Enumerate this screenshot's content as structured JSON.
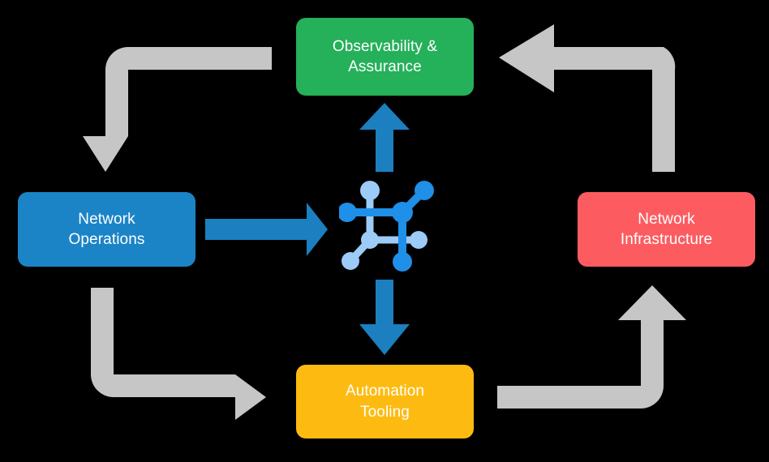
{
  "diagram": {
    "title": "Network automation lifecycle loop",
    "background_color": "#000000",
    "center_icon": {
      "name": "network-topology-icon",
      "primary_color": "#1f8fe8",
      "secondary_color": "#9ccbf7"
    },
    "nodes": [
      {
        "id": "observability",
        "label": "Observability &\nAssurance",
        "color": "#25b05a",
        "position": "top"
      },
      {
        "id": "operations",
        "label": "Network\nOperations",
        "color": "#1b84c7",
        "position": "left"
      },
      {
        "id": "infrastructure",
        "label": "Network\nInfrastructure",
        "color": "#fc5c60",
        "position": "right"
      },
      {
        "id": "automation",
        "label": "Automation\nTooling",
        "color": "#fdbb12",
        "position": "bottom"
      }
    ],
    "connectors": {
      "blue_color": "#1b7fc0",
      "gray_color": "#c6c6c6",
      "arrows": [
        {
          "id": "center-to-observability",
          "name": "arrow-up-blue",
          "from": "center",
          "to": "observability",
          "direction": "up",
          "color": "#1b7fc0"
        },
        {
          "id": "operations-to-center",
          "name": "arrow-right-blue",
          "from": "operations",
          "to": "center",
          "direction": "right",
          "color": "#1b7fc0"
        },
        {
          "id": "center-to-automation",
          "name": "arrow-down-blue",
          "from": "center",
          "to": "automation",
          "direction": "down",
          "color": "#1b7fc0"
        },
        {
          "id": "observability-to-operations",
          "name": "elbow-arrow-top-left-gray",
          "from": "observability",
          "to": "operations",
          "direction": "left-then-down",
          "color": "#c6c6c6"
        },
        {
          "id": "infrastructure-to-observability",
          "name": "elbow-arrow-top-right-gray",
          "from": "infrastructure",
          "to": "observability",
          "direction": "up-then-left",
          "color": "#c6c6c6"
        },
        {
          "id": "operations-to-automation",
          "name": "elbow-arrow-bottom-left-gray",
          "from": "operations",
          "to": "automation",
          "direction": "down-then-right",
          "color": "#c6c6c6"
        },
        {
          "id": "automation-to-infrastructure",
          "name": "elbow-arrow-bottom-right-gray",
          "from": "automation",
          "to": "infrastructure",
          "direction": "right-then-up",
          "color": "#c6c6c6"
        }
      ]
    }
  }
}
